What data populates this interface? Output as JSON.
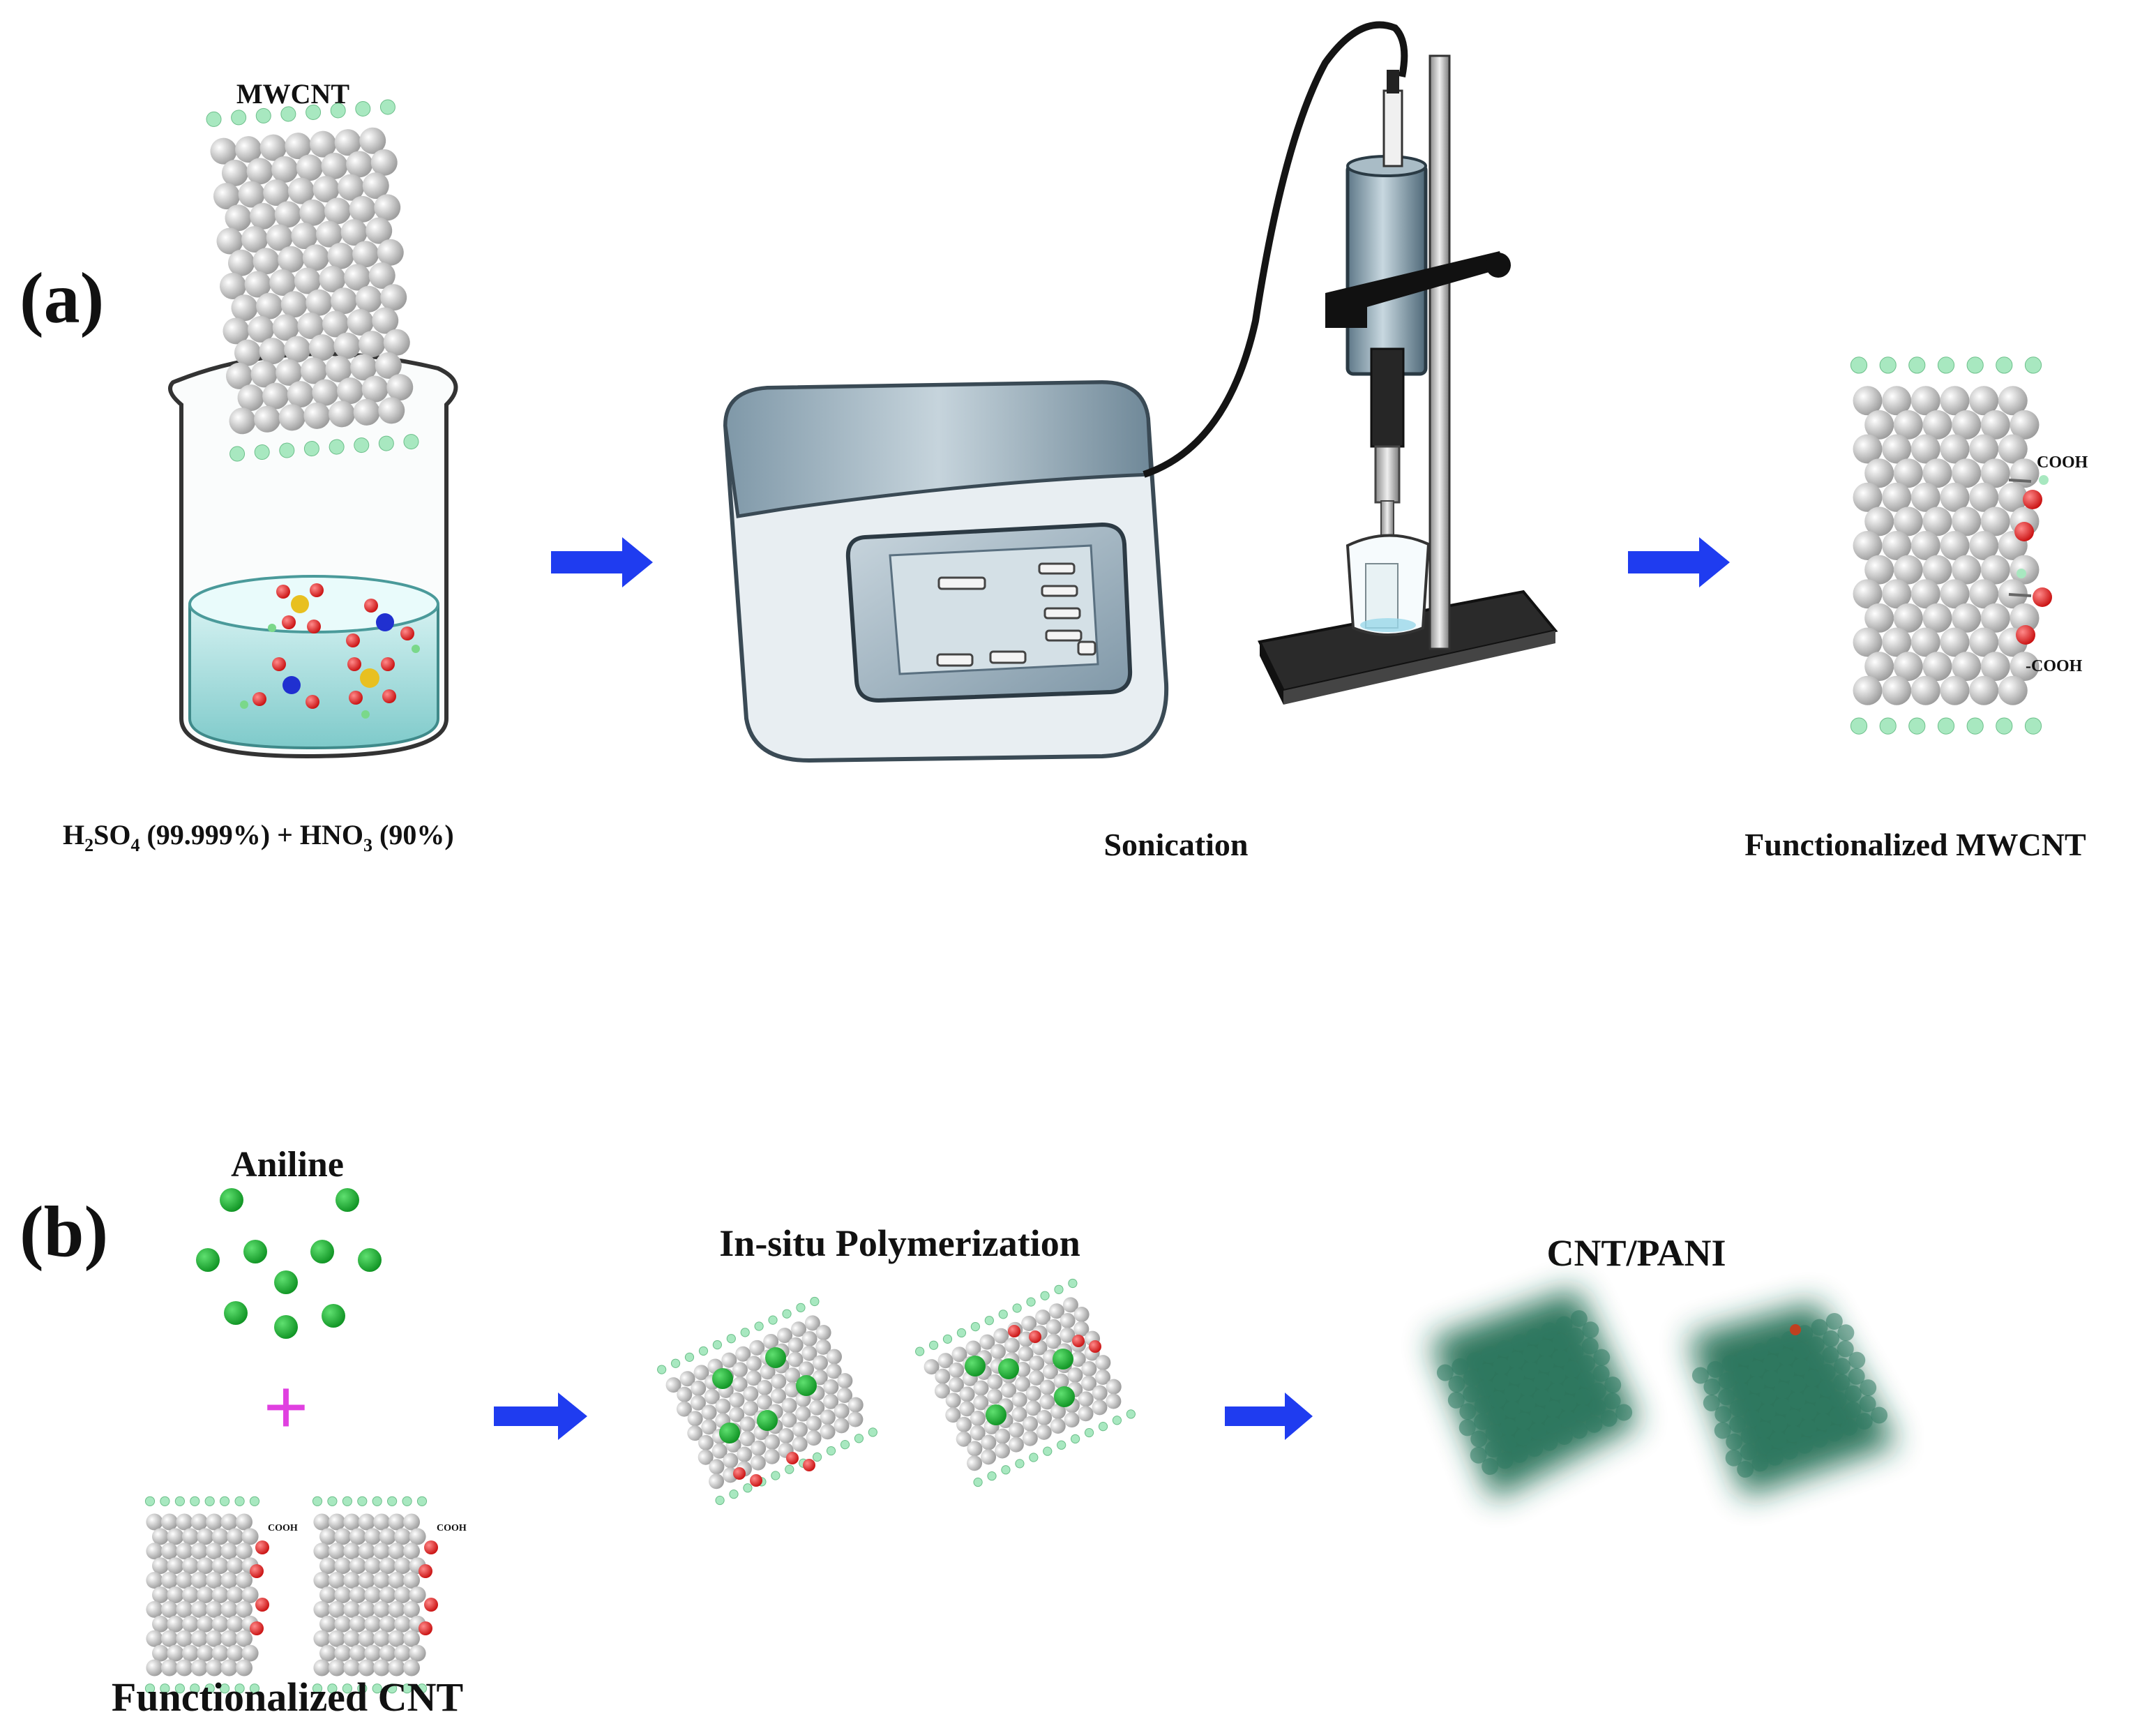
{
  "panel_a": {
    "panel_label": "(a)",
    "mwcnt_label": "MWCNT",
    "acid_label_parts": [
      "H",
      "2",
      "SO",
      "4",
      " (99.999%) + HNO",
      "3",
      " (90%)"
    ],
    "sonication_label": "Sonication",
    "functionalized_label": "Functionalized MWCNT",
    "cooh_top": "COOH",
    "cooh_bottom": "-COOH"
  },
  "panel_b": {
    "panel_label": "(b)",
    "aniline_label": "Aniline",
    "plus_sign": "+",
    "functionalized_cnt_label": "Functionalized CNT",
    "polymerization_label": "In-situ Polymerization",
    "composite_label": "CNT/PANI",
    "cooh_small": "COOH"
  },
  "colors": {
    "arrow": "#1f3cf0",
    "carbon_atom": "#bcbcbc",
    "hydrogen_atom": "#a8e8c0",
    "oxygen_atom": "#e81c1c",
    "sulfur_atom": "#e8c020",
    "nitrogen_atom": "#2030d0",
    "aniline_dot": "#18b030",
    "plus": "#e040e0",
    "pani_coating": "#1a6a50",
    "liquid": "#b8e6e6"
  },
  "icons": [
    "beaker-icon",
    "sonicator-icon",
    "stand-icon",
    "right-arrow-icon",
    "nanotube-icon"
  ]
}
